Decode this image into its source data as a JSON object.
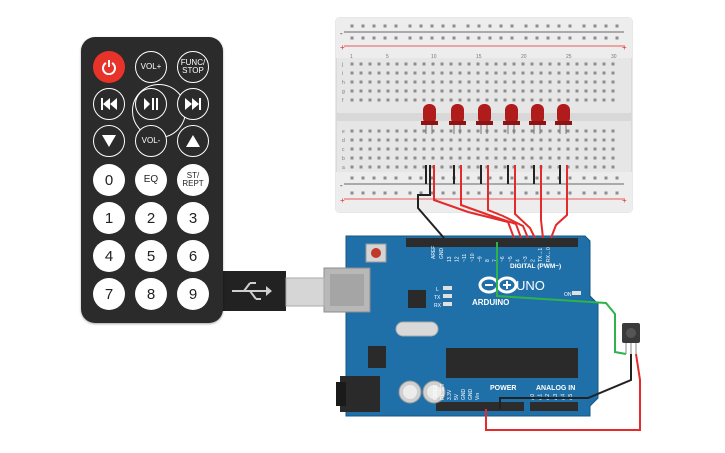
{
  "remote": {
    "buttons": {
      "vol_up": "VOL+",
      "func_stop": "FUNC/\nSTOP",
      "vol_down": "VOL-",
      "zero": "0",
      "eq": "EQ",
      "st_rept": "ST/\nREPT",
      "n1": "1",
      "n2": "2",
      "n3": "3",
      "n4": "4",
      "n5": "5",
      "n6": "6",
      "n7": "7",
      "n8": "8",
      "n9": "9"
    },
    "icons": [
      "power-icon",
      "prev-icon",
      "play-pause-icon",
      "next-icon",
      "down-icon",
      "up-icon"
    ]
  },
  "breadboard": {
    "column_numbers": [
      "1",
      "5",
      "10",
      "15",
      "20",
      "25",
      "30"
    ],
    "row_letters_top": [
      "j",
      "i",
      "h",
      "g",
      "f"
    ],
    "row_letters_bottom": [
      "e",
      "d",
      "c",
      "b",
      "a"
    ]
  },
  "arduino": {
    "brand": "ARDUINO",
    "model": "UNO",
    "digital_label": "DIGITAL (PWM~)",
    "power_label": "POWER",
    "analog_label": "ANALOG IN",
    "header_aref": "AREF",
    "header_gnd": "GND",
    "digital_pins": [
      "13",
      "12",
      "~11",
      "~10",
      "~9",
      "8",
      "7",
      "~6",
      "~5",
      "4",
      "~3",
      "2",
      "TX→1",
      "RX←0"
    ],
    "power_pins": [
      "IOREF",
      "RESET",
      "3.3V",
      "5V",
      "GND",
      "GND",
      "Vin"
    ],
    "analog_pins": [
      "A0",
      "A1",
      "A2",
      "A3",
      "A4",
      "A5"
    ],
    "leds": [
      "L",
      "TX",
      "RX"
    ],
    "on_label": "ON"
  },
  "colors": {
    "board": "#1f6fa8",
    "wire_red": "#e32b2b",
    "wire_black": "#222222",
    "wire_green": "#2db34a",
    "led": "#b01c1c"
  }
}
